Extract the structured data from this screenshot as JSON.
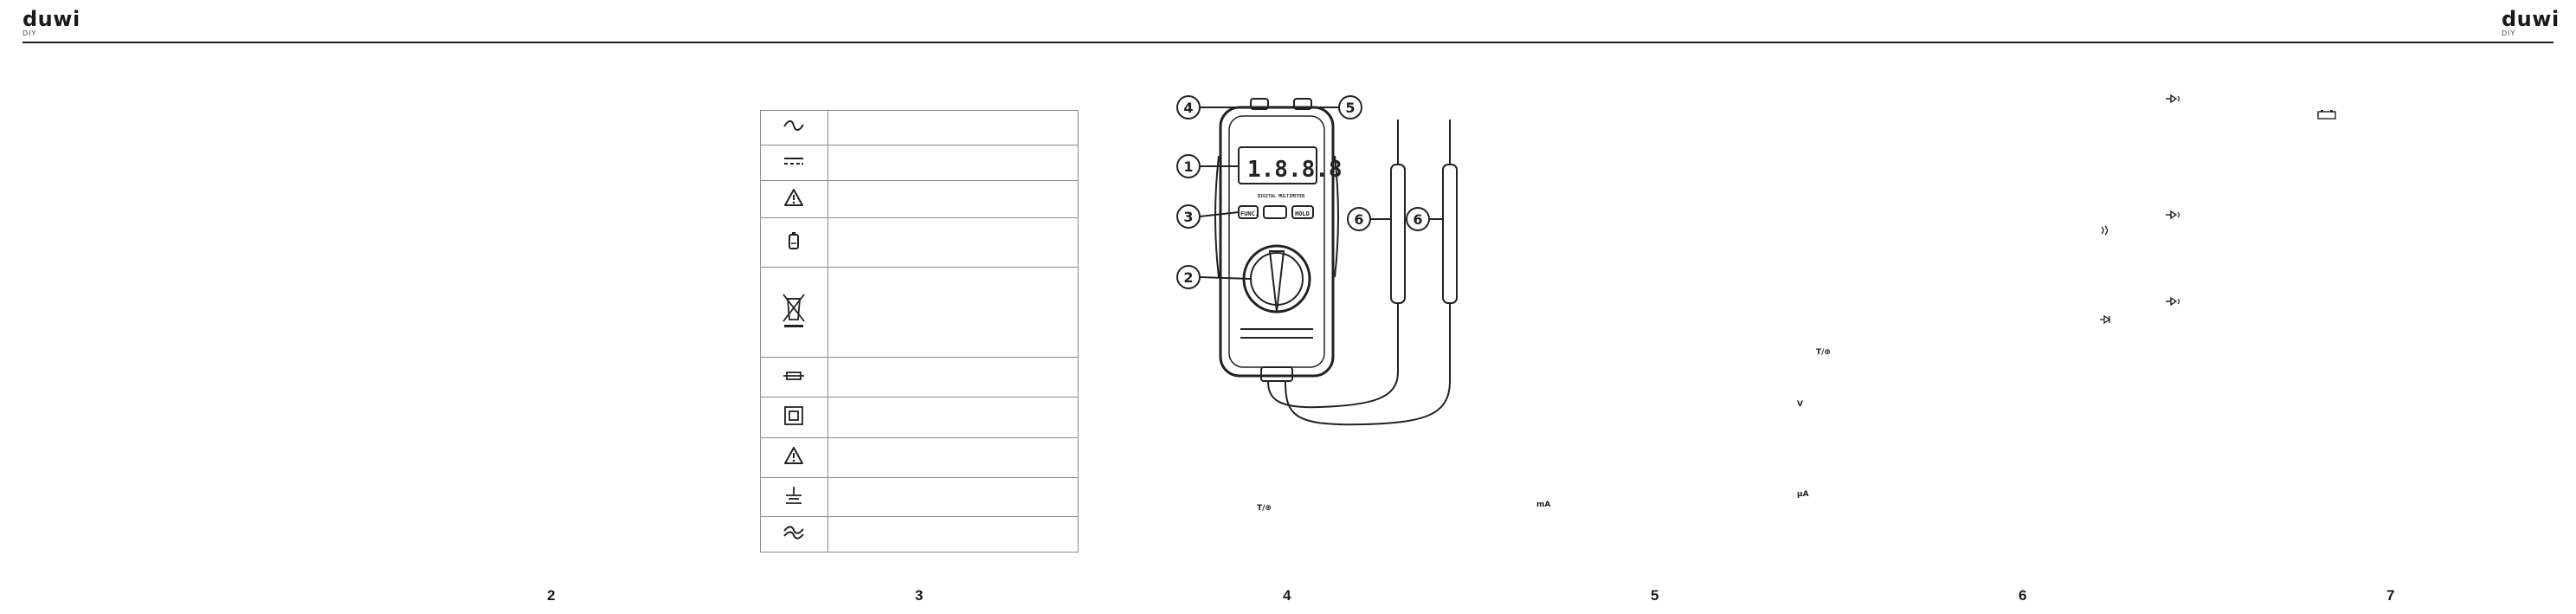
{
  "header": {
    "brand": "duwi",
    "sub": "DIY"
  },
  "pages": [
    "2",
    "3",
    "4",
    "5",
    "6",
    "7"
  ],
  "symbols_table": {
    "rows": [
      {
        "icon": "ac-symbol-icon"
      },
      {
        "icon": "dc-symbol-icon"
      },
      {
        "icon": "warning-icon"
      },
      {
        "icon": "battery-icon"
      },
      {
        "icon": "weee-bin-icon"
      },
      {
        "icon": "fuse-icon"
      },
      {
        "icon": "double-insulation-icon"
      },
      {
        "icon": "caution-icon"
      },
      {
        "icon": "ground-icon"
      },
      {
        "icon": "ac-dc-icon"
      }
    ]
  },
  "figure": {
    "callouts": [
      "1",
      "2",
      "3",
      "4",
      "5",
      "6",
      "6"
    ],
    "lcd_digits": "1.8.8.8",
    "buttons": [
      "FUNC.",
      "HOLD"
    ],
    "model_text": "DIGITAL MULTIMETER"
  },
  "fragments": {
    "a": "mA",
    "b": "V",
    "c": "µA",
    "d": "T/⊕",
    "e": "T/⊕"
  },
  "colors": {
    "ink": "#1a1a1a",
    "border": "#8a8a8a"
  }
}
